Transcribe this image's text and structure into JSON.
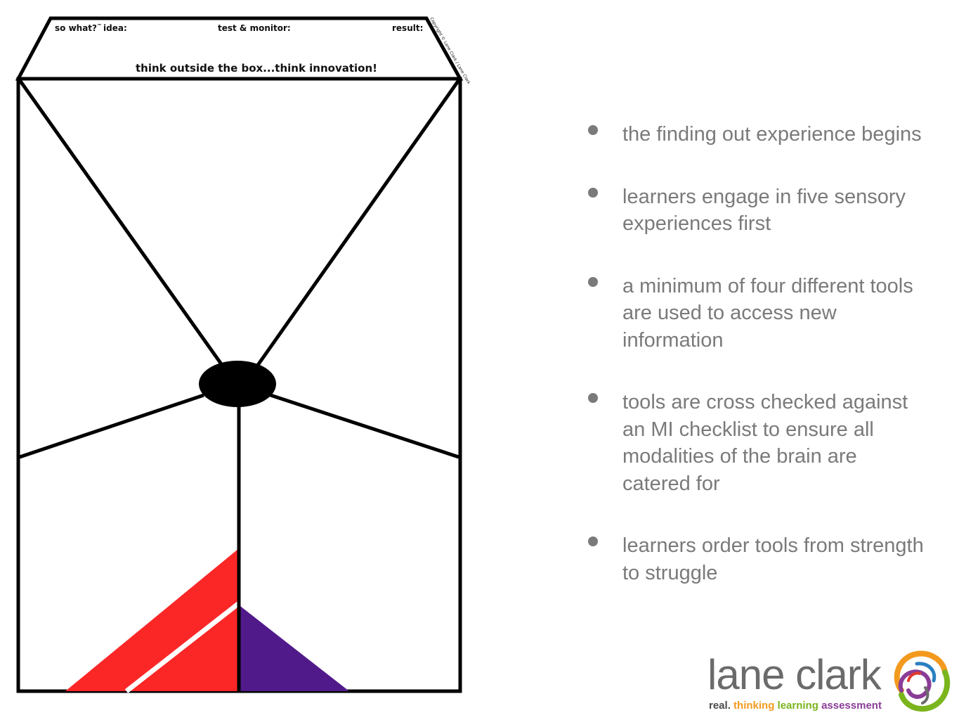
{
  "diagram": {
    "header_labels": {
      "so_what": "so what?",
      "tm": "™",
      "idea": "idea:",
      "test_monitor": "test & monitor:",
      "result": "result:"
    },
    "slogan": "think outside the box...think innovation!",
    "copyright": "Copyright © Lane Clark / Lane Clark"
  },
  "bullets": [
    "the finding out experience begins",
    "learners engage in five sensory experiences first",
    "a minimum of four different tools are used to access new information",
    "tools are cross checked against an MI checklist to ensure all modalities of the brain are catered for",
    "learners order tools from strength to struggle"
  ],
  "logo": {
    "wordmark": "lane clark",
    "tagline_real": "real.",
    "tagline_thinking": "thinking",
    "tagline_learning": "learning",
    "tagline_assessment": "assessment",
    "colors": {
      "wordmark": "#6b6b6b",
      "orange": "#f39a1e",
      "green": "#7ab51d",
      "purple": "#8a3c96",
      "blue": "#2a7fc1",
      "red": "#e03a2f"
    }
  },
  "colors": {
    "red_triangle": "#fb2727",
    "purple_triangle": "#511a8a",
    "bullet_text": "#7a7a7a"
  }
}
